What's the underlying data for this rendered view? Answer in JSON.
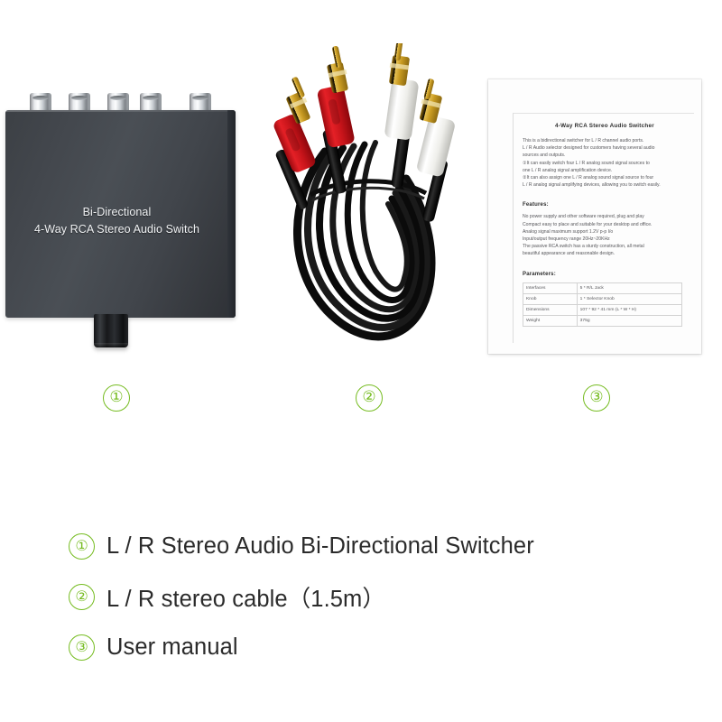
{
  "product": {
    "device_label_line1": "Bi-Directional",
    "device_label_line2": "4-Way RCA Stereo Audio Switch"
  },
  "markers": {
    "one": "①",
    "two": "②",
    "three": "③"
  },
  "manual": {
    "title": "4-Way RCA Stereo Audio Switcher",
    "intro": [
      "This is a bidirectional switcher for L / R channel audio ports.",
      "L / R Audio selector designed for customers having several audio",
      "sources and outputs.",
      "①It can easily switch four L / R analog sound signal sources to",
      "one L / R analog signal amplification device.",
      "②It can also assign one L / R analog sound signal source to four",
      "L / R analog signal amplifying devices, allowing you to switch easily."
    ],
    "features_heading": "Features:",
    "features": [
      "No power supply and other software required, plug and play",
      "Compact easy to place and suitable for your desktop and office.",
      "Analog signal maximum support 1.2V p-p I/o",
      "Input/output frequency range  20Hz~20KHz",
      "The passive RCA switch has a sturdy construction, all metal",
      "beautiful appearance and reasonable design."
    ],
    "parameters_heading": "Parameters:",
    "parameters": [
      {
        "key": "Interfaces",
        "value": "5 * R/L  Jack"
      },
      {
        "key": "Knob",
        "value": "1 * Selector Knob"
      },
      {
        "key": "Dimensions",
        "value": "107 * 92 * 41 mm (L * W * H)"
      },
      {
        "key": "Weight",
        "value": "375g"
      }
    ]
  },
  "legend": {
    "items": [
      {
        "marker": "①",
        "text": "L / R Stereo Audio Bi-Directional Switcher"
      },
      {
        "marker": "②",
        "text": "L / R stereo cable（1.5m）"
      },
      {
        "marker": "③",
        "text": "User manual"
      }
    ]
  },
  "colors": {
    "accent_green": "#76bc21",
    "device_body": "#43474d",
    "connector_red": "#d0131a",
    "connector_white": "#f2f2f0",
    "connector_gold": "#c79a21",
    "cable_black": "#121212",
    "background": "#ffffff"
  }
}
